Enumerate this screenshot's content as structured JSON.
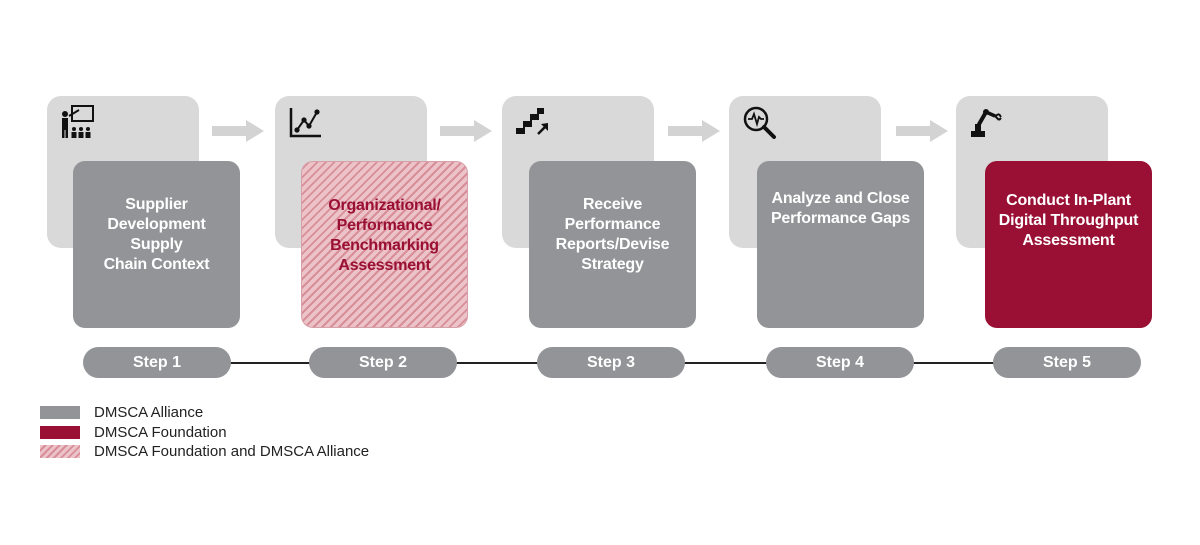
{
  "steps": [
    {
      "icon": "presentation-icon",
      "title": "Supplier\nDevelopment Supply\nChain Context",
      "step_label": "Step 1",
      "category": "alliance"
    },
    {
      "icon": "line-chart-icon",
      "title": "Organizational/\nPerformance\nBenchmarking\nAssessment",
      "step_label": "Step 2",
      "category": "both"
    },
    {
      "icon": "stairs-arrow-icon",
      "title": "Receive\nPerformance\nReports/Devise\nStrategy",
      "step_label": "Step 3",
      "category": "alliance"
    },
    {
      "icon": "magnifier-pulse-icon",
      "title": "Analyze and Close\nPerformance Gaps",
      "step_label": "Step 4",
      "category": "alliance"
    },
    {
      "icon": "robot-arm-icon",
      "title": "Conduct In-Plant\nDigital Throughput\nAssessment",
      "step_label": "Step 5",
      "category": "foundation"
    }
  ],
  "legend": [
    {
      "label": "DMSCA Alliance",
      "category": "alliance"
    },
    {
      "label": "DMSCA Foundation",
      "category": "foundation"
    },
    {
      "label": "DMSCA Foundation and DMSCA Alliance",
      "category": "both"
    }
  ],
  "colors": {
    "alliance": "#939497",
    "foundation": "#9a0f34",
    "both_light": "#ebc3c8",
    "both_stripe": "#d88e98",
    "tab": "#d9d9da",
    "arrow": "#d3d3d4"
  }
}
